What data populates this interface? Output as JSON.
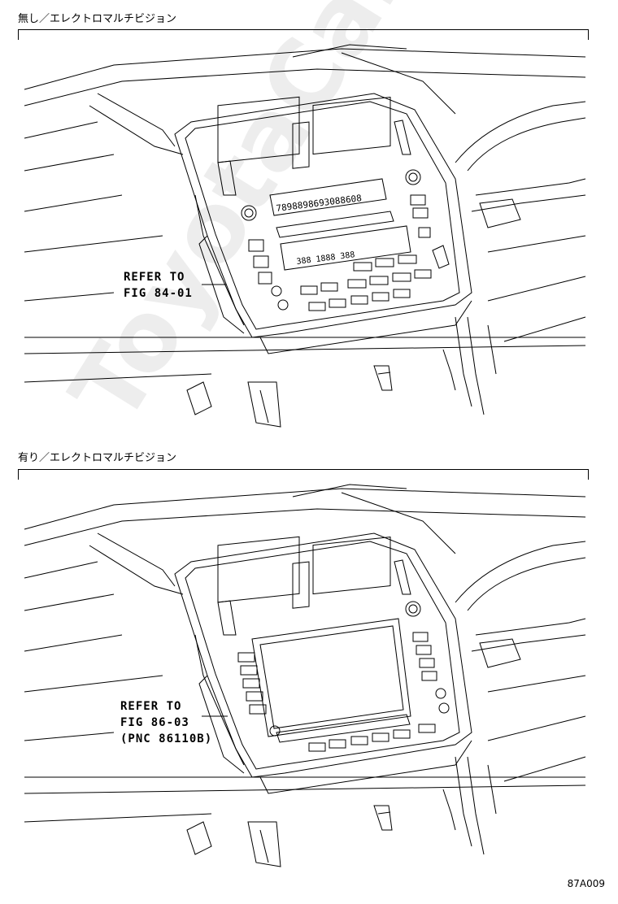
{
  "panels": {
    "top_label": "無し／エレクトロマルチビジョン",
    "bottom_label": "有り／エレクトロマルチビジョン"
  },
  "callouts": {
    "top_line1": "REFER TO",
    "top_line2": "FIG 84-01",
    "bottom_line1": "REFER TO",
    "bottom_line2": "FIG 86-03",
    "bottom_line3": "(PNC 86110B)"
  },
  "display_top": {
    "segment_row": "7898898693088608",
    "small_display": "388 1888 388"
  },
  "watermark": "ToyotaCarMan.ru",
  "figure_id": "87A009"
}
